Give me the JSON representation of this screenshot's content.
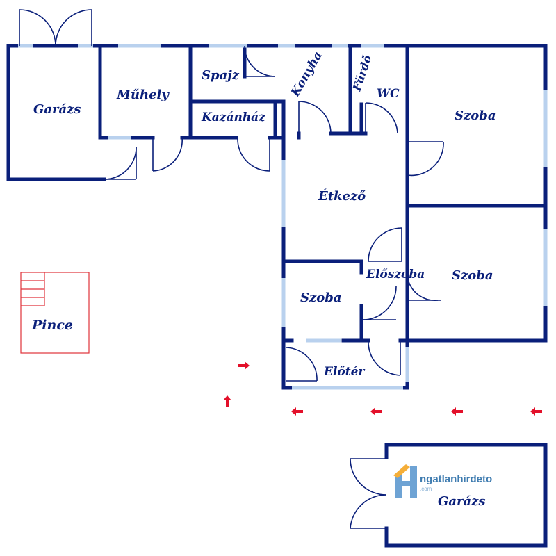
{
  "rooms": {
    "garazs_main": "Garázs",
    "muhely": "Műhely",
    "spajz": "Spajz",
    "kazanhaz": "Kazánház",
    "konyha": "Konyha",
    "furdo": "Fürdő",
    "wc": "WC",
    "szoba_ne": "Szoba",
    "etkezo": "Étkező",
    "eloszoba": "Előszoba",
    "szoba_e": "Szoba",
    "szoba_sw": "Szoba",
    "eloter": "Előtér",
    "garazs_small": "Garázs",
    "pince": "Pince"
  },
  "watermark": {
    "name": "ngatlanhirdeto",
    "domain": ".com",
    "icon": "house-h-logo-icon"
  },
  "colors": {
    "wall": "#0a1f7a",
    "window": "#b9d1ee",
    "arrow": "#e3102a",
    "pince_outline": "#e0323a"
  },
  "icons": {
    "arrow": "red-arrow-icon",
    "stairs": "stairs-icon"
  }
}
